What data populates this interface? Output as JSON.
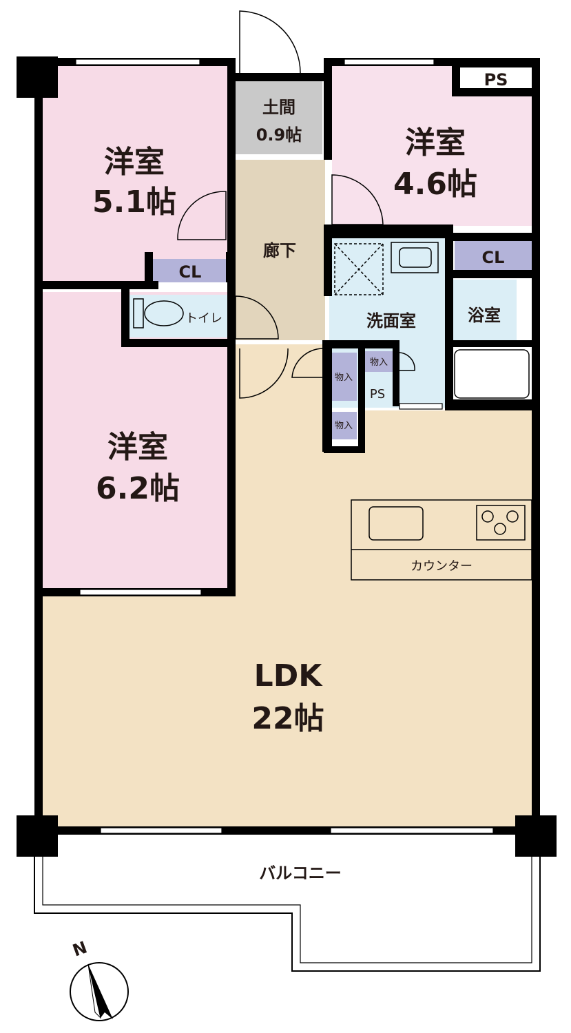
{
  "rooms": {
    "western_1": {
      "name": "洋室",
      "size": "5.1帖"
    },
    "western_2": {
      "name": "洋室",
      "size": "4.6帖"
    },
    "western_3": {
      "name": "洋室",
      "size": "6.2帖"
    },
    "entrance": {
      "name": "土間",
      "size": "0.9帖"
    },
    "hallway": {
      "name": "廊下"
    },
    "washroom": {
      "name": "洗面室"
    },
    "bathroom": {
      "name": "浴室"
    },
    "toilet": {
      "name": "トイレ"
    },
    "ldk": {
      "name": "LDK",
      "size": "22帖"
    },
    "balcony": {
      "name": "バルコニー"
    }
  },
  "labels": {
    "closet_1": "CL",
    "closet_2": "CL",
    "ps_top": "PS",
    "ps_mid": "PS",
    "storage_1": "物入",
    "storage_2": "物入",
    "storage_3": "物入",
    "counter": "カウンター",
    "north": "N"
  },
  "colors": {
    "western": "#f7dbe7",
    "western_top_right": "#f8e1ec",
    "entrance": "#c9c9c9",
    "hallway": "#e2d5bc",
    "washroom": "#dbeef6",
    "closet": "#b3b3d9",
    "ldk": "#f3e2c4"
  }
}
